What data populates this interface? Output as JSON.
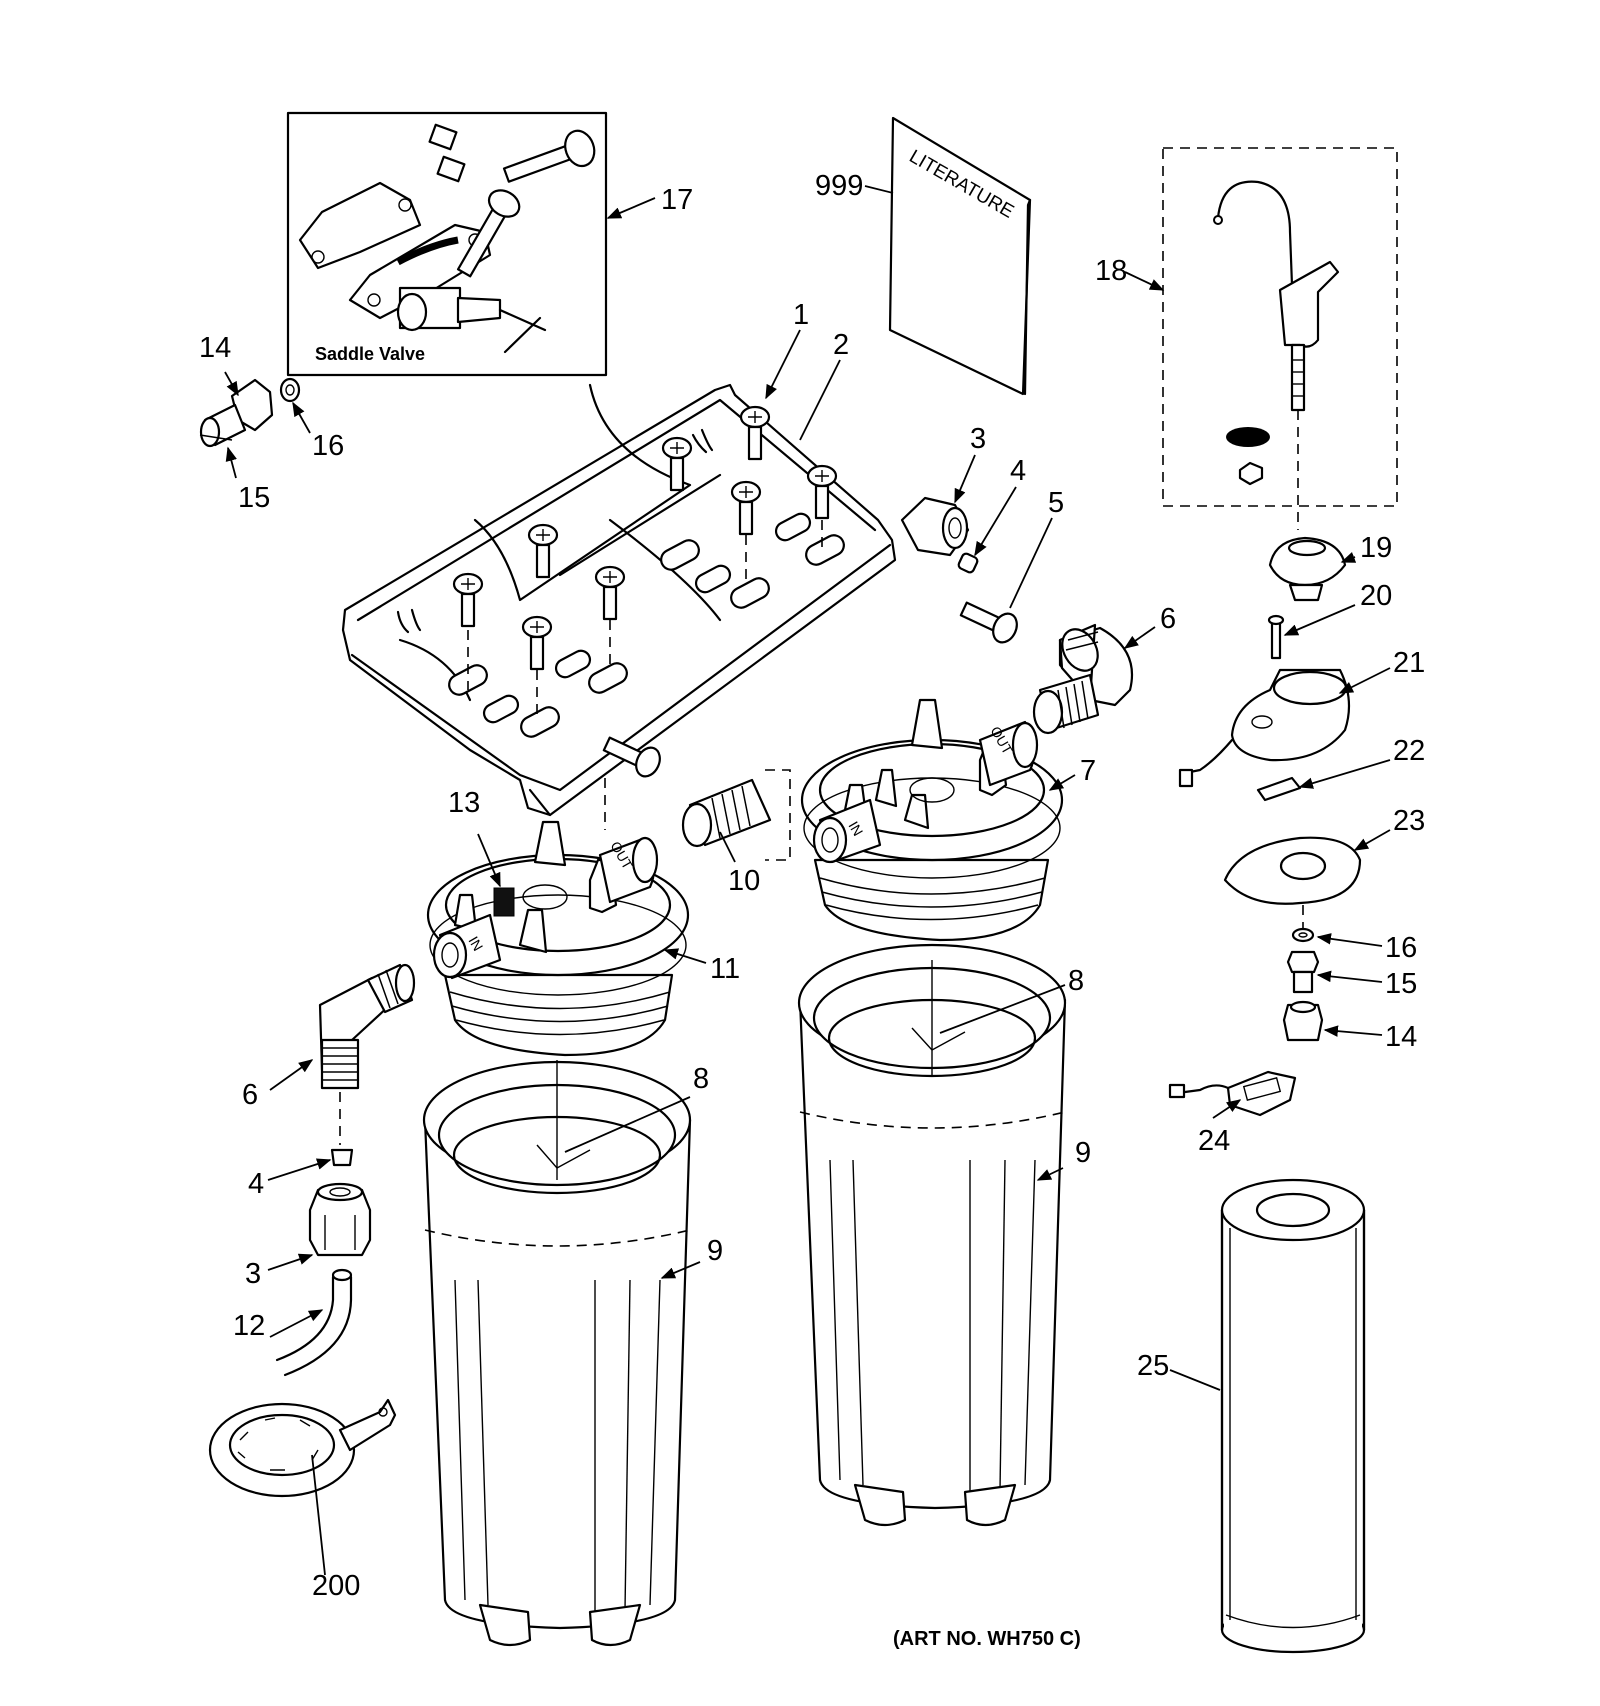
{
  "callouts": {
    "c1": "1",
    "c2": "2",
    "c3a": "3",
    "c3b": "3",
    "c4a": "4",
    "c4b": "4",
    "c5": "5",
    "c6a": "6",
    "c6b": "6",
    "c7": "7",
    "c8a": "8",
    "c8b": "8",
    "c9a": "9",
    "c9b": "9",
    "c10": "10",
    "c11": "11",
    "c12": "12",
    "c13": "13",
    "c14a": "14",
    "c14b": "14",
    "c15a": "15",
    "c15b": "15",
    "c16a": "16",
    "c16b": "16",
    "c17": "17",
    "c18": "18",
    "c19": "19",
    "c20": "20",
    "c21": "21",
    "c22": "22",
    "c23": "23",
    "c24": "24",
    "c25": "25",
    "c200": "200",
    "c999": "999"
  },
  "saddle_valve_label": "Saddle Valve",
  "literature_label": "LITERATURE",
  "port_labels": {
    "in": "IN",
    "out": "OUT"
  },
  "art_number": "(ART NO. WH750 C)"
}
